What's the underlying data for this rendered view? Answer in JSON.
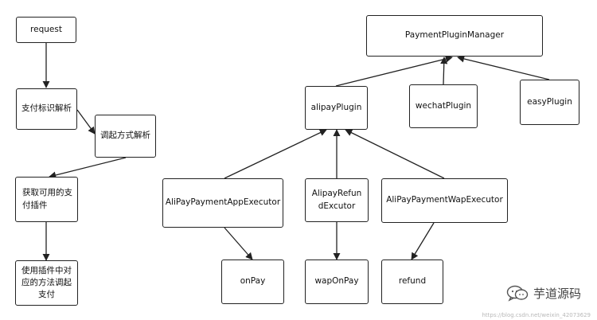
{
  "nodes": {
    "request": "request",
    "identify": "支付标识解析",
    "invoke": "调起方式解析",
    "get_plugin_line1": "获取可用的支",
    "get_plugin_line2": "付插件",
    "use_plugin_line1": "使用插件中对",
    "use_plugin_line2": "应的方法调起",
    "use_plugin_line3": "支付",
    "manager": "PaymentPluginManager",
    "alipay": "alipayPlugin",
    "wechat": "wechatPlugin",
    "easy": "easyPlugin",
    "app_executor": "AliPayPaymentAppExecutor",
    "refund_executor_line1": "AlipayRefun",
    "refund_executor_line2": "dExcutor",
    "wap_executor": "AliPayPaymentWapExecutor",
    "onpay": "onPay",
    "waponpay": "wapOnPay",
    "refund": "refund"
  },
  "watermark": {
    "title": "芋道源码",
    "url": "https://blog.csdn.net/weixin_42073629"
  },
  "colors": {
    "stroke": "#222222",
    "background": "#ffffff"
  }
}
